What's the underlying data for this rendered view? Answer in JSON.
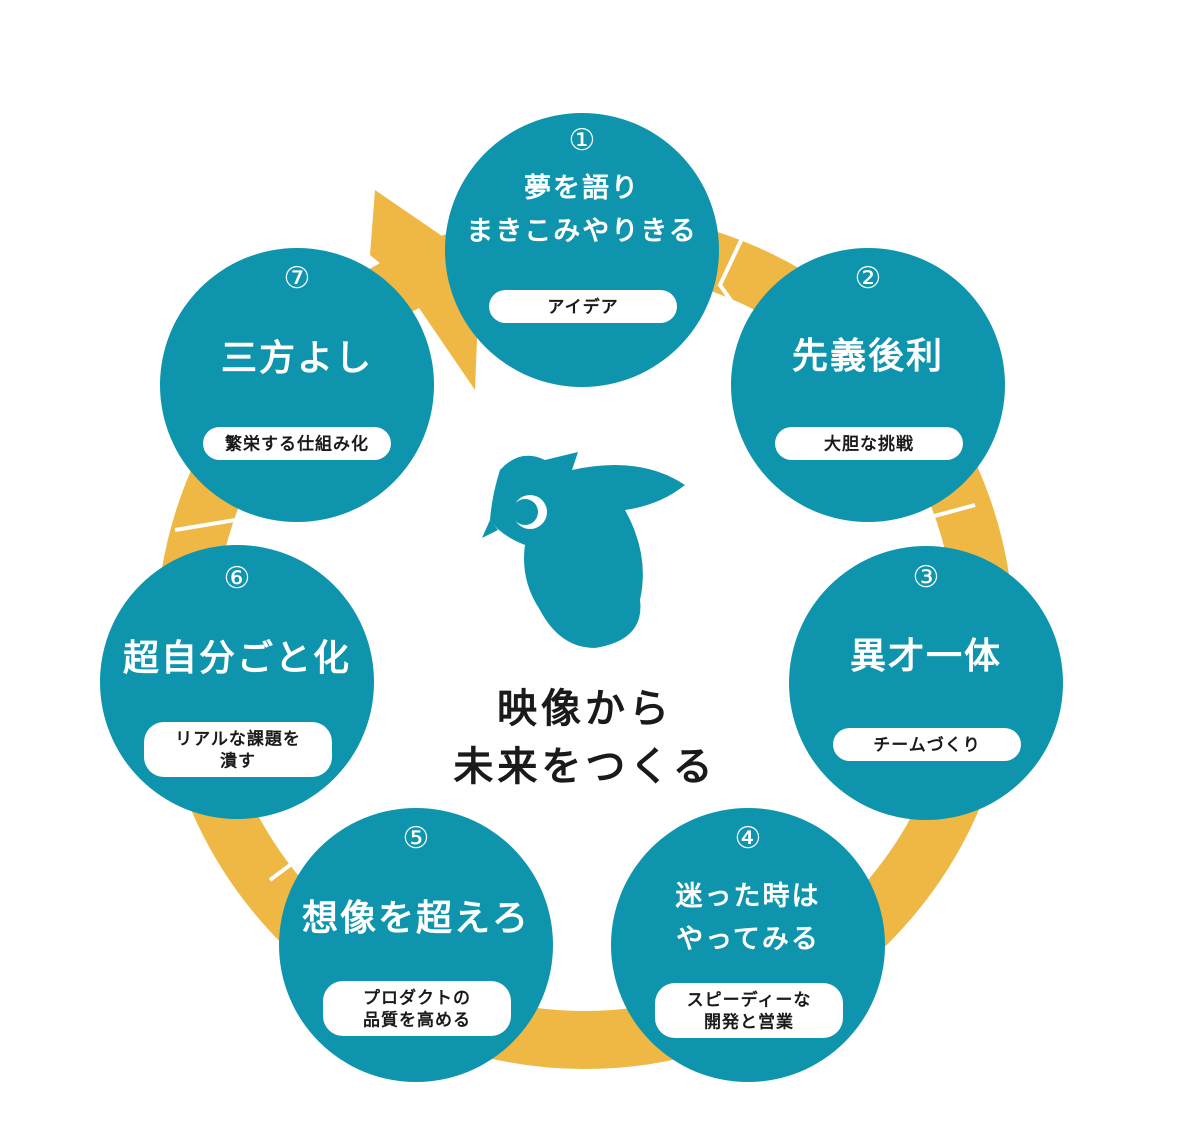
{
  "colors": {
    "teal": "#0e94ad",
    "gold": "#efb845",
    "pill": "#ffffff",
    "text": "#1a1a1a"
  },
  "center": {
    "line1": "映像から",
    "line2": "未来をつくる",
    "icon": "owl-mascot-icon"
  },
  "steps": [
    {
      "num": "①",
      "title": [
        "夢を語り",
        "まきこみやりきる"
      ],
      "pill": [
        "アイデア"
      ]
    },
    {
      "num": "②",
      "title": [
        "先義後利"
      ],
      "pill": [
        "大胆な挑戦"
      ]
    },
    {
      "num": "③",
      "title": [
        "異才一体"
      ],
      "pill": [
        "チームづくり"
      ]
    },
    {
      "num": "④",
      "title": [
        "迷った時は",
        "やってみる"
      ],
      "pill": [
        "スピーディーな",
        "開発と営業"
      ]
    },
    {
      "num": "⑤",
      "title": [
        "想像を超えろ"
      ],
      "pill": [
        "プロダクトの",
        "品質を高める"
      ]
    },
    {
      "num": "⑥",
      "title": [
        "超自分ごと化"
      ],
      "pill": [
        "リアルな課題を",
        "潰す"
      ]
    },
    {
      "num": "⑦",
      "title": [
        "三方よし"
      ],
      "pill": [
        "繁栄する仕組み化"
      ]
    }
  ]
}
